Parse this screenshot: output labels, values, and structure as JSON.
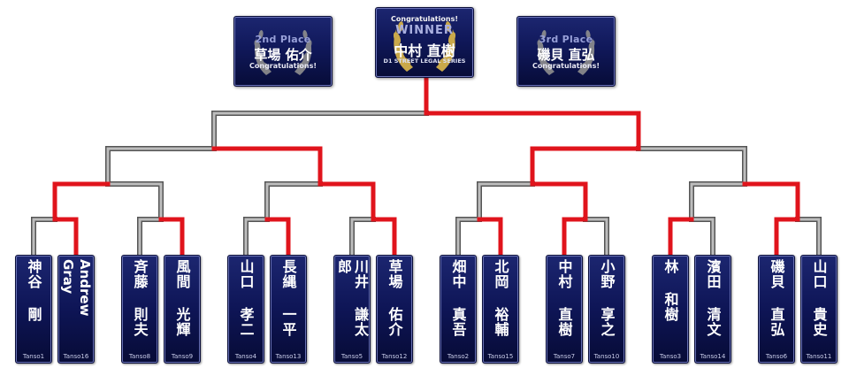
{
  "awards": {
    "second": {
      "place": "2nd Place",
      "name": "草場 佑介",
      "congrats": "Congratulations!"
    },
    "winner": {
      "congrats": "Congratulations!",
      "title": "WINNER",
      "name": "中村 直樹",
      "series": "D1 STREET LEGAL SERIES"
    },
    "third": {
      "place": "3rd Place",
      "name": "磯貝 直弘",
      "congrats": "Congratulations!"
    }
  },
  "competitors": [
    {
      "name": "神谷 剛",
      "seed": "Tanso1"
    },
    {
      "name": "Andrew Gray",
      "seed": "Tanso16"
    },
    {
      "name": "斉藤 則夫",
      "seed": "Tanso8"
    },
    {
      "name": "風間 光輝",
      "seed": "Tanso9"
    },
    {
      "name": "山口 孝二",
      "seed": "Tanso4"
    },
    {
      "name": "長縄 一平",
      "seed": "Tanso13"
    },
    {
      "name": "川井 謙太郎",
      "seed": "Tanso5"
    },
    {
      "name": "草場 佑介",
      "seed": "Tanso12"
    },
    {
      "name": "畑中 真吾",
      "seed": "Tanso2"
    },
    {
      "name": "北岡 裕輔",
      "seed": "Tanso15"
    },
    {
      "name": "中村 直樹",
      "seed": "Tanso7"
    },
    {
      "name": "小野 享之",
      "seed": "Tanso10"
    },
    {
      "name": "林 和樹",
      "seed": "Tanso3"
    },
    {
      "name": "濱田 清文",
      "seed": "Tanso14"
    },
    {
      "name": "磯貝 直弘",
      "seed": "Tanso6"
    },
    {
      "name": "山口 貴史",
      "seed": "Tanso11"
    }
  ],
  "bracket": {
    "round1_winners": [
      "Andrew Gray",
      "風間 光輝",
      "長縄 一平",
      "草場 佑介",
      "北岡 裕輔",
      "中村 直樹",
      "林 和樹",
      "磯貝 直弘"
    ],
    "quarterfinal_winners": [
      "Andrew Gray",
      "草場 佑介",
      "中村 直樹",
      "磯貝 直弘"
    ],
    "semifinal_winners": [
      "草場 佑介",
      "中村 直樹"
    ],
    "champion": "中村 直樹"
  },
  "colors": {
    "winner_line": "#e0141c",
    "loser_line": "#a9a9a9",
    "card_bg": "#10185a",
    "wreath": "#c9a84a"
  }
}
